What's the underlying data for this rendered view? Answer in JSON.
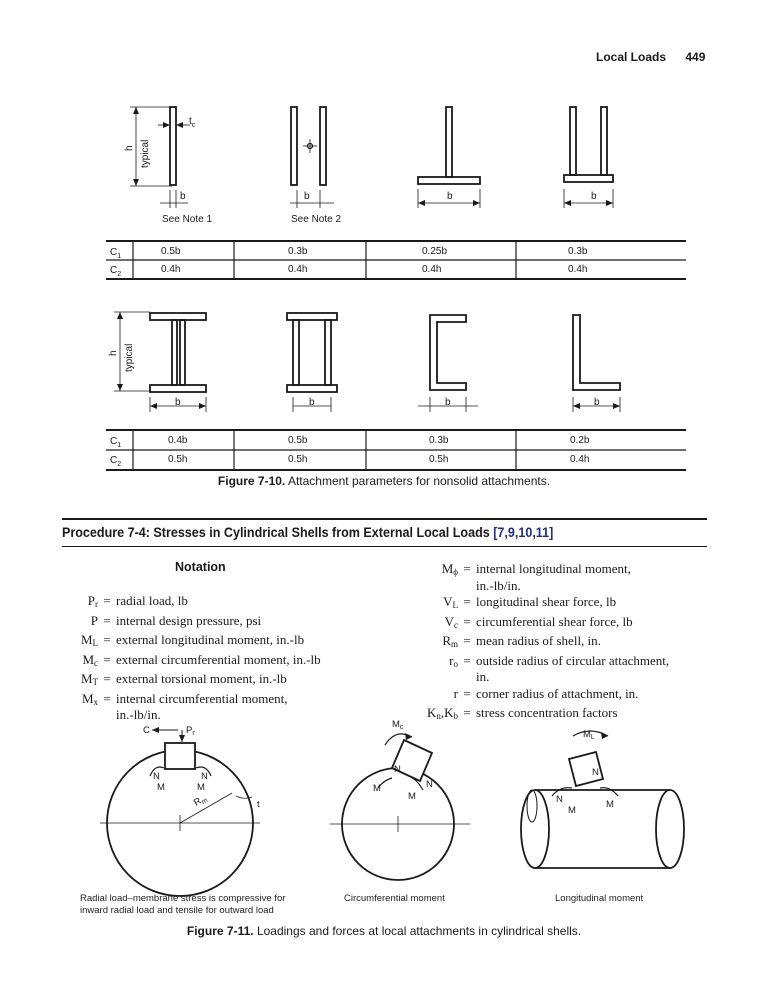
{
  "header": {
    "section": "Local Loads",
    "page_number": "449"
  },
  "figure_7_10": {
    "top_labels": {
      "h": "h",
      "typical": "typical",
      "tc": "t",
      "tc_sub": "c",
      "b": "b",
      "note1": "See Note 1",
      "note2": "See Note 2"
    },
    "top_table": {
      "rows": [
        {
          "label": "C",
          "sub": "1",
          "values": [
            "0.5b",
            "0.3b",
            "0.25b",
            "0.3b"
          ]
        },
        {
          "label": "C",
          "sub": "2",
          "values": [
            "0.4h",
            "0.4h",
            "0.4h",
            "0.4h"
          ]
        }
      ]
    },
    "bottom_table": {
      "rows": [
        {
          "label": "C",
          "sub": "1",
          "values": [
            "0.4b",
            "0.5b",
            "0.3b",
            "0.2b"
          ]
        },
        {
          "label": "C",
          "sub": "2",
          "values": [
            "0.5h",
            "0.5h",
            "0.5h",
            "0.4h"
          ]
        }
      ]
    },
    "caption_label": "Figure 7-10.",
    "caption_text": "Attachment parameters for nonsolid attachments."
  },
  "procedure": {
    "title": "Procedure 7-4: Stresses in Cylindrical Shells from External Local Loads",
    "refs": "[7,9,10,11]"
  },
  "notation": {
    "heading": "Notation",
    "left": [
      {
        "sym": "P",
        "sub": "r",
        "def": "radial load, lb",
        "cont": ""
      },
      {
        "sym": "P",
        "sub": "",
        "def": "internal design pressure, psi",
        "cont": ""
      },
      {
        "sym": "M",
        "sub": "L",
        "def": "external longitudinal moment, in.-lb",
        "cont": ""
      },
      {
        "sym": "M",
        "sub": "c",
        "def": "external circumferential moment, in.-lb",
        "cont": ""
      },
      {
        "sym": "M",
        "sub": "T",
        "def": "external torsional moment, in.-lb",
        "cont": ""
      },
      {
        "sym": "M",
        "sub": "x",
        "def": "internal circumferential moment,",
        "cont": "in.-lb/in."
      }
    ],
    "right": [
      {
        "sym": "M",
        "sub": "ϕ",
        "def": "internal longitudinal moment,",
        "cont": "in.-lb/in."
      },
      {
        "sym": "V",
        "sub": "L",
        "def": "longitudinal shear force, lb",
        "cont": ""
      },
      {
        "sym": "V",
        "sub": "c",
        "def": "circumferential shear force, lb",
        "cont": ""
      },
      {
        "sym": "R",
        "sub": "m",
        "def": "mean radius of shell, in.",
        "cont": ""
      },
      {
        "sym": "r",
        "sub": "o",
        "def": "outside radius of circular attachment,",
        "cont": "in."
      },
      {
        "sym": "r",
        "sub": "",
        "def": "corner radius of attachment, in.",
        "cont": ""
      },
      {
        "sym": "K",
        "sub": "n",
        "sym2": "K",
        "sub2": "b",
        "def": "stress concentration factors",
        "cont": ""
      }
    ]
  },
  "figure_7_11": {
    "labels": {
      "C": "C",
      "Pr": "P",
      "Pr_sub": "r",
      "N": "N",
      "M": "M",
      "Rm": "R",
      "Rm_sub": "m",
      "t": "t",
      "Mc": "M",
      "Mc_sub": "c",
      "ML": "M",
      "ML_sub": "L"
    },
    "panel1_caption": "Radial load–membrane stress is compressive for inward radial load and tensile for outward load",
    "panel2_caption": "Circumferential moment",
    "panel3_caption": "Longitudinal moment",
    "caption_label": "Figure 7-11.",
    "caption_text": "Loadings and forces at local attachments in cylindrical shells."
  }
}
